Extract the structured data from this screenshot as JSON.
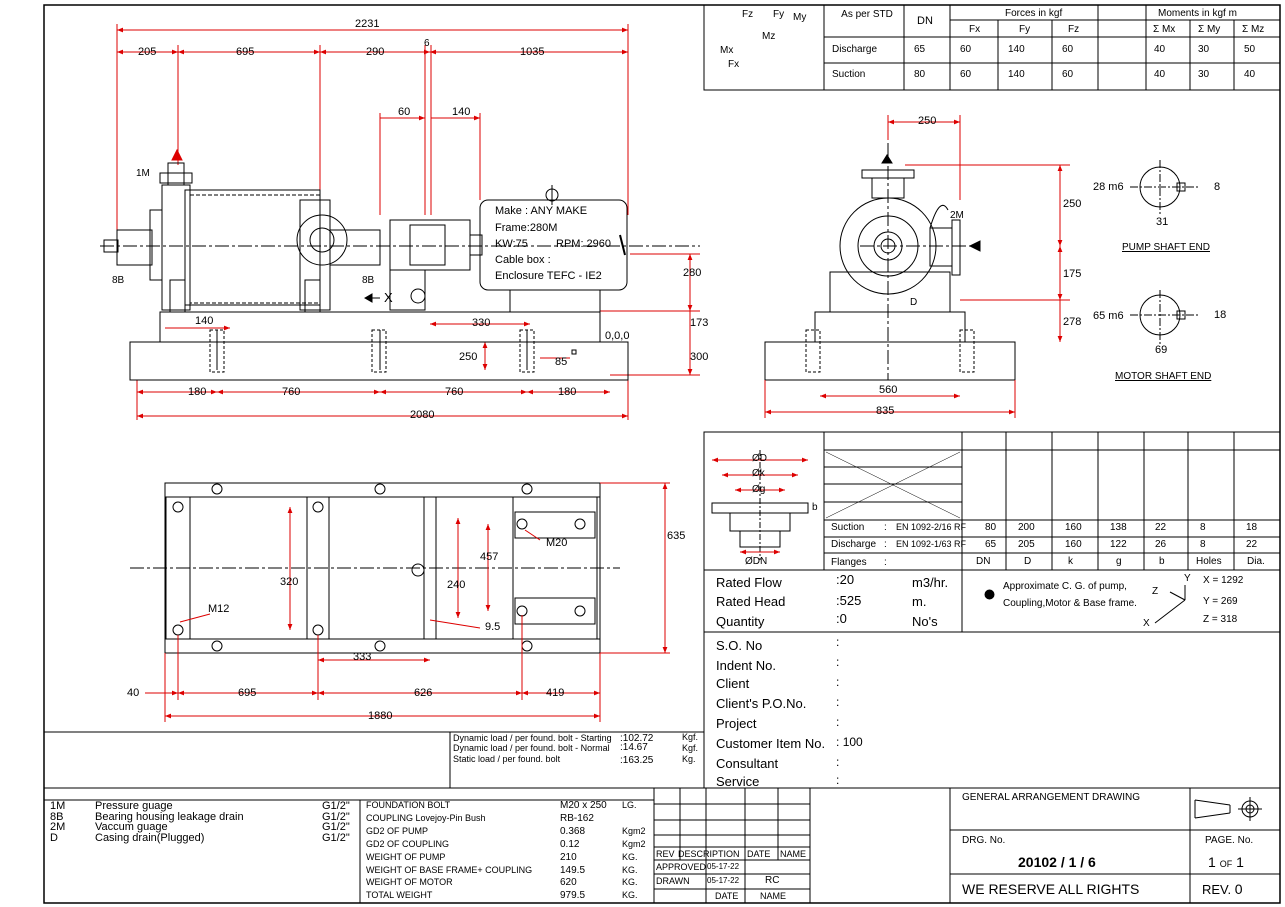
{
  "overall": {
    "d2231": "2231",
    "d205": "205",
    "d695": "695",
    "d290": "290",
    "d6": "6",
    "d1035": "1035",
    "d60": "60",
    "d140": "140",
    "d280": "280",
    "d173": "173",
    "d330": "330",
    "d140b": "140",
    "d250": "250",
    "d85": "85",
    "d300": "300",
    "origin": "0,0,0",
    "d180a": "180",
    "d760a": "760",
    "d760b": "760",
    "d180b": "180",
    "d2080": "2080"
  },
  "tags": {
    "t1m": "1M",
    "t8b1": "8B",
    "t8b2": "8B",
    "x": "X",
    "t2m": "2M",
    "d": "D"
  },
  "motor": {
    "make": "Make : ANY MAKE",
    "frame": "Frame:280M",
    "kw": "KW:75",
    "rpm": "RPM: 2960",
    "cable": "Cable box :",
    "encl": "Enclosure TEFC - IE2"
  },
  "side": {
    "d250": "250",
    "d250b": "250",
    "d175": "175",
    "d278": "278",
    "d560": "560",
    "d835": "835"
  },
  "shaft": {
    "pumpDia": "28 m6",
    "pumpKey": "8",
    "pumpW": "31",
    "pumpTitle": "PUMP SHAFT END",
    "motorDia": "65 m6",
    "motorKey": "18",
    "motorW": "69",
    "motorTitle": "MOTOR SHAFT END"
  },
  "plan": {
    "d635": "635",
    "d457": "457",
    "d320": "320",
    "d240": "240",
    "m20": "M20",
    "m12": "M12",
    "d95": "9.5",
    "d333": "333",
    "d40": "40",
    "d695": "695",
    "d626": "626",
    "d419": "419",
    "d1880": "1880"
  },
  "nozzleTable": {
    "h_std": "As per STD",
    "h_dn": "DN",
    "h_forces": "Forces in kgf",
    "h_moments": "Moments in kgf m",
    "fx": "Fx",
    "fy": "Fy",
    "fz": "Fz",
    "mx": "Σ Mx",
    "my": "Σ My",
    "mz": "Σ Mz",
    "rows": [
      [
        "Discharge",
        "65",
        "60",
        "140",
        "60",
        "40",
        "30",
        "50"
      ],
      [
        "Suction",
        "80",
        "60",
        "140",
        "60",
        "40",
        "30",
        "40"
      ]
    ],
    "axes": {
      "fz": "Fz",
      "mz": "Mz",
      "fy": "Fy",
      "my": "My",
      "mx": "Mx",
      "fx": "Fx"
    }
  },
  "flangeTable": {
    "od": "ØD",
    "ok": "Øk",
    "og": "Øg",
    "b": "b",
    "odn": "ØDN",
    "rows": [
      [
        "Suction",
        ":",
        "EN 1092-2/16 RF",
        "80",
        "200",
        "160",
        "138",
        "22",
        "8",
        "18"
      ],
      [
        "Discharge",
        ":",
        "EN 1092-1/63 RF",
        "65",
        "205",
        "160",
        "122",
        "26",
        "8",
        "22"
      ]
    ],
    "flanges": "Flanges",
    "colon": ":",
    "cols": [
      "DN",
      "D",
      "k",
      "g",
      "b",
      "Holes",
      "Dia."
    ]
  },
  "rated": {
    "flowLabel": "Rated Flow",
    "flowVal": "20",
    "flowUnit": "m3/hr.",
    "headLabel": "Rated Head",
    "headVal": "525",
    "headUnit": "m.",
    "qtyLabel": "Quantity",
    "qtyVal": "0",
    "qtyUnit": "No's",
    "colon": ":"
  },
  "cg": {
    "text1": "Approximate C. G. of pump,",
    "text2": "Coupling,Motor & Base frame.",
    "x": "X = 1292",
    "y": "Y = 269",
    "z": "Z = 318",
    "ax": "X",
    "ay": "Y",
    "az": "Z"
  },
  "info": {
    "so": "S.O. No",
    "indent": "Indent No.",
    "client": "Client",
    "po": "Client's P.O.No.",
    "project": "Project",
    "item": "Customer Item No.",
    "itemVal": "100",
    "consultant": "Consultant",
    "service": "Service",
    "colon": ":"
  },
  "loads": {
    "l1": "Dynamic load / per found. bolt - Starting",
    "v1": "102.72",
    "u1": "Kgf.",
    "l2": "Dynamic load / per found. bolt - Normal",
    "v2": "14.67",
    "u2": "Kgf.",
    "l3": "Static load / per found. bolt",
    "v3": "163.25",
    "u3": "Kg.",
    "colon": ":"
  },
  "conn": [
    [
      "1M",
      "Pressure guage",
      "G1/2\""
    ],
    [
      "8B",
      "Bearing housing leakage drain",
      "G1/2\""
    ],
    [
      "2M",
      "Vaccum guage",
      "G1/2\""
    ],
    [
      "D",
      "Casing drain(Plugged)",
      "G1/2\""
    ]
  ],
  "weights": [
    [
      "FOUNDATION BOLT",
      "M20 x 250",
      "LG."
    ],
    [
      "COUPLING    Lovejoy-Pin Bush",
      "RB-162",
      ""
    ],
    [
      "GD2 OF PUMP",
      "0.368",
      "Kgm2"
    ],
    [
      "GD2 OF COUPLING",
      "0.12",
      "Kgm2"
    ],
    [
      "WEIGHT OF PUMP",
      "210",
      "KG."
    ],
    [
      "WEIGHT OF BASE FRAME+ COUPLING",
      "149.5",
      "KG."
    ],
    [
      "WEIGHT OF MOTOR",
      "620",
      "KG."
    ],
    [
      "TOTAL WEIGHT",
      "979.5",
      "KG."
    ]
  ],
  "rev": {
    "rev": "REV",
    "desc": "DESCRIPTION",
    "date": "DATE",
    "name": "NAME",
    "approved": "APPROVED",
    "appDate": "05-17-22",
    "drawn": "DRAWN",
    "drawnDate": "05-17-22",
    "drawnName": "RC",
    "fDate": "DATE",
    "fName": "NAME"
  },
  "title": {
    "gad": "GENERAL ARRANGEMENT DRAWING",
    "drgLabel": "DRG. No.",
    "drgNo": "20102 / 1 / 6",
    "pageLabel": "PAGE. No.",
    "page": "1",
    "of": "OF",
    "pages": "1",
    "rights": "WE RESERVE ALL RIGHTS",
    "revLabel": "REV.",
    "revNo": "0"
  }
}
